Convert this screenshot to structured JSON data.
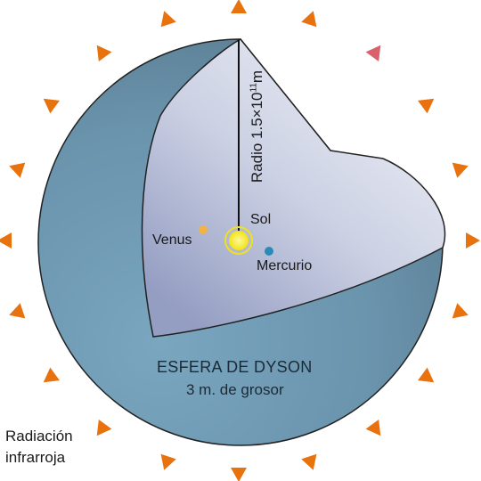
{
  "colors": {
    "arrow": "#e8720e",
    "arrow_highlight": "#d9616b",
    "shell_outer_light": "#6f9ab4",
    "shell_outer_dark": "#5a7f96",
    "cut_face_light": "#e4e7f1",
    "cut_face_dark": "#9ba3c6",
    "sun": "#f4e81a",
    "venus": "#f2b24a",
    "mercurio": "#2a8ab8"
  },
  "labels": {
    "sol": "Sol",
    "venus": "Venus",
    "mercurio": "Mercurio",
    "radius_prefix": "Radio 1.5×10",
    "radius_exponent": "11",
    "radius_unit": "m",
    "shell_title": "ESFERA DE DYSON",
    "shell_thickness": "3 m. de grosor",
    "radiation_line1": "Radiación",
    "radiation_line2": "infrarroja"
  },
  "icons": {
    "arrows": "triangle-arrow-icon",
    "sun": "sun-icon"
  }
}
